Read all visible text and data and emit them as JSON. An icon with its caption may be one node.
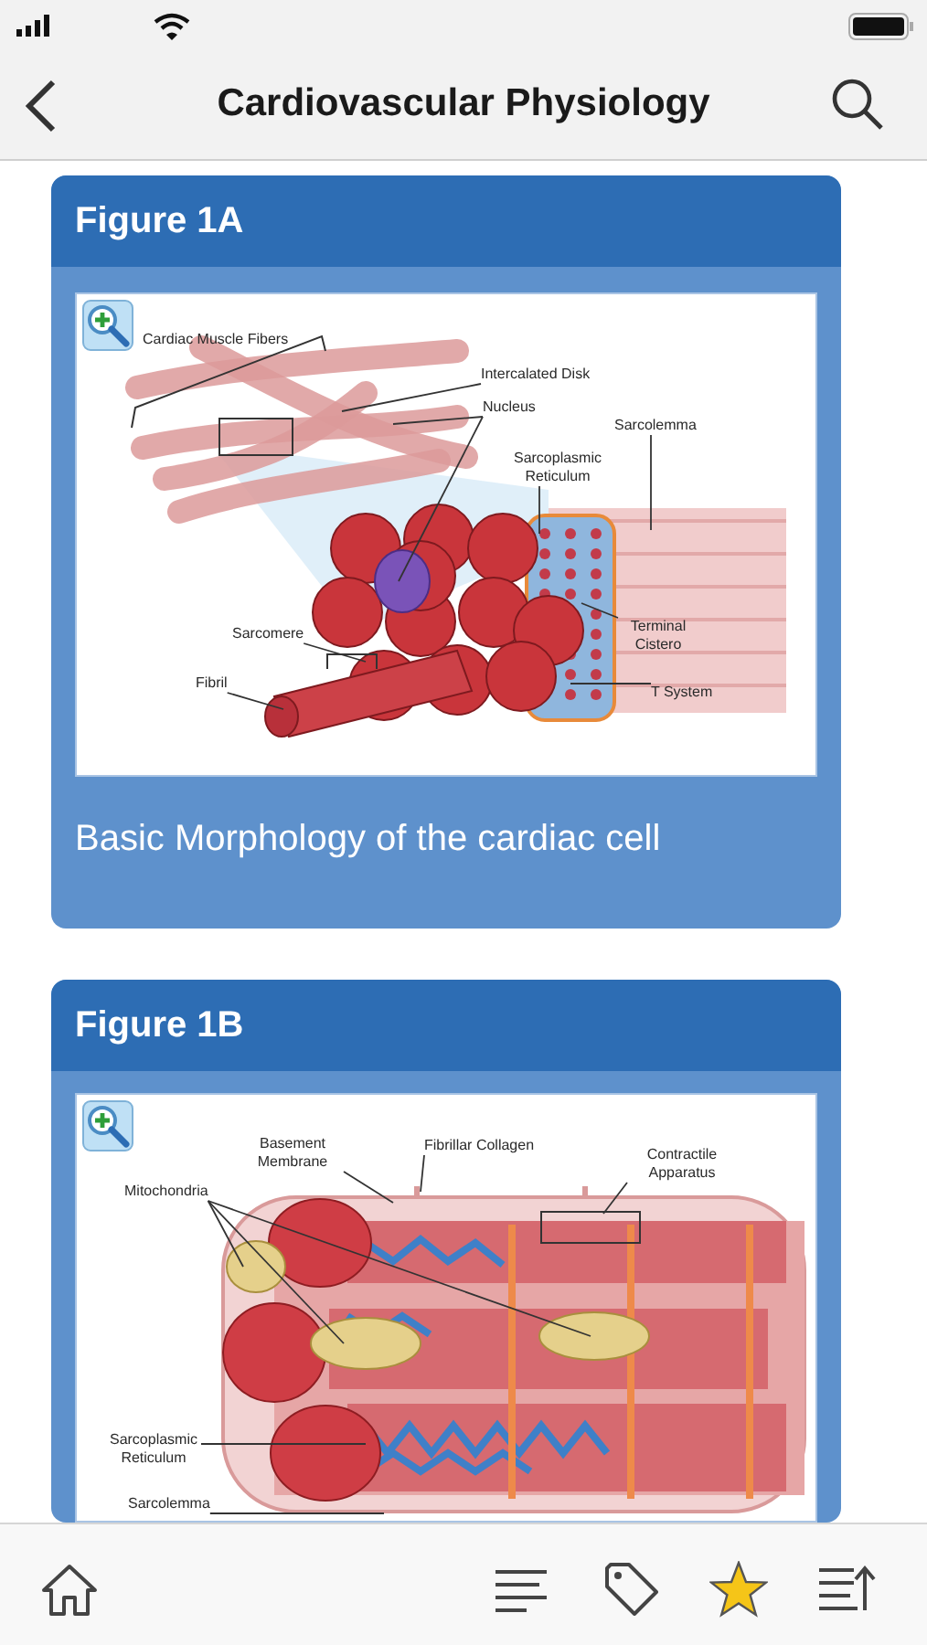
{
  "diagram": {
    "title": "Cardiovascular Physiology",
    "nodes": [
      {
        "text": [
          "Figure 1A",
          "Basic Morphology of the cardiac cell"
        ]
      },
      {
        "text": [
          "Cardiac Muscle Fibers"
        ],
        "in": 0
      },
      {
        "text": [
          "Intercalated Disk"
        ],
        "in": 0
      },
      {
        "text": [
          "Nucleus"
        ],
        "in": 0
      },
      {
        "text": [
          "Sarcolemma"
        ],
        "in": 0
      },
      {
        "text": [
          "Sarcoplasmic Reticulum"
        ],
        "in": 0
      },
      {
        "text": [
          "Sarcomere"
        ],
        "in": 0
      },
      {
        "text": [
          "Fibril"
        ],
        "in": 0
      },
      {
        "text": [
          "Terminal Cistero"
        ],
        "in": 0
      },
      {
        "text": [
          "T System"
        ],
        "in": 0
      },
      {
        "text": [
          "Figure 1B"
        ]
      },
      {
        "text": [
          "Basement Membrane"
        ],
        "in": 10
      },
      {
        "text": [
          "Fibrillar Collagen"
        ],
        "in": 10
      },
      {
        "text": [
          "Contractile Apparatus"
        ],
        "in": 10
      },
      {
        "text": [
          "Mitochondria"
        ],
        "in": 10
      },
      {
        "text": [
          "Sarcoplasmic Reticulum"
        ],
        "in": 10
      },
      {
        "text": [
          "Sarcolemma"
        ],
        "in": 10
      }
    ],
    "edges": [
      {
        "from": 2,
        "to": null,
        "arrow": "none"
      },
      {
        "from": 3,
        "to": null,
        "arrow": "none"
      },
      {
        "from": 3,
        "to": null,
        "arrow": "none"
      },
      {
        "from": 4,
        "to": null,
        "arrow": "none"
      },
      {
        "from": 5,
        "to": null,
        "arrow": "none"
      },
      {
        "from": 6,
        "to": null,
        "arrow": "none"
      },
      {
        "from": 7,
        "to": null,
        "arrow": "none"
      },
      {
        "from": 8,
        "to": null,
        "arrow": "none"
      },
      {
        "from": 9,
        "to": null,
        "arrow": "none"
      },
      {
        "from": 11,
        "to": null,
        "arrow": "none"
      },
      {
        "from": 12,
        "to": null,
        "arrow": "none"
      },
      {
        "from": 13,
        "to": null,
        "arrow": "none"
      },
      {
        "from": 14,
        "to": null,
        "arrow": "none"
      },
      {
        "from": 14,
        "to": null,
        "arrow": "none"
      },
      {
        "from": 14,
        "to": null,
        "arrow": "none"
      },
      {
        "from": 15,
        "to": null,
        "arrow": "none"
      },
      {
        "from": 16,
        "to": null,
        "arrow": "none"
      }
    ]
  }
}
